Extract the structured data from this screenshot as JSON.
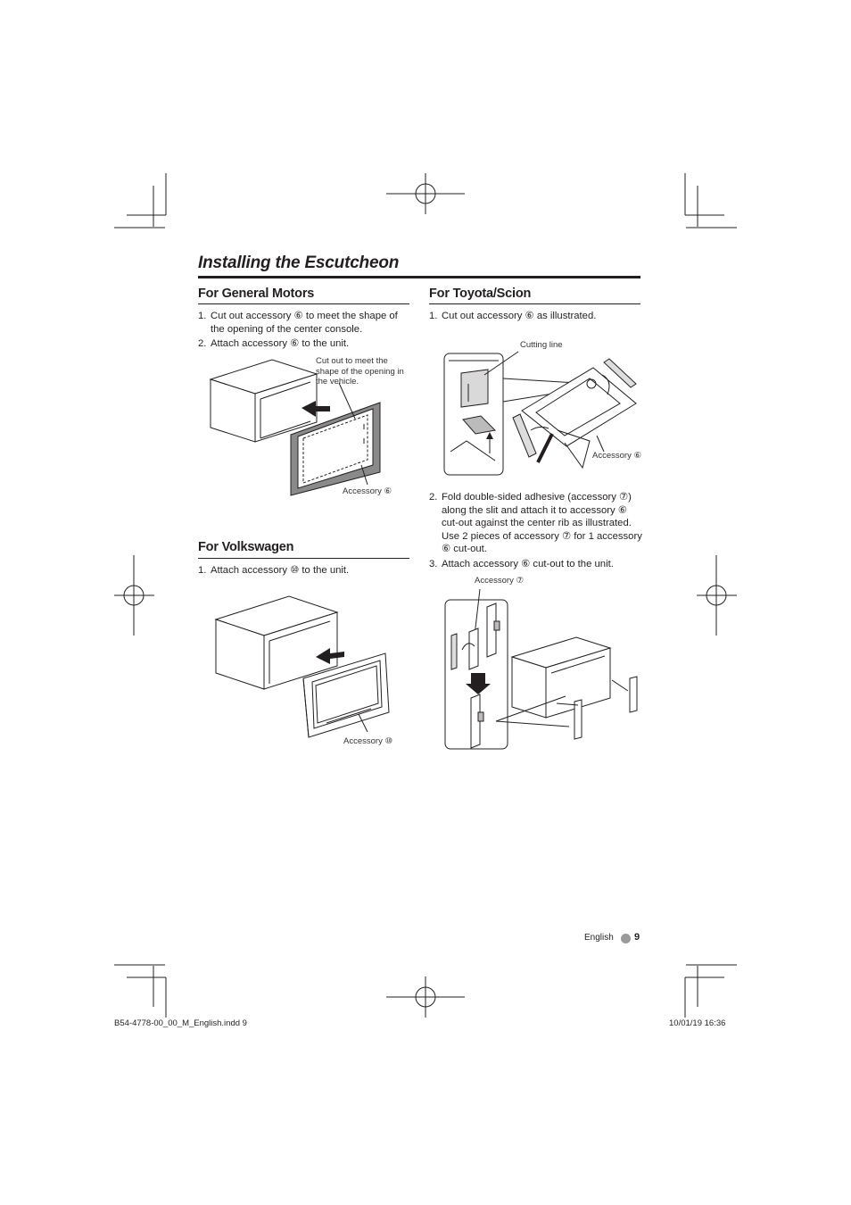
{
  "page": {
    "title": "Installing the Escutcheon",
    "footer": {
      "language": "English",
      "page_number": "9"
    },
    "slug": {
      "file": "B54-4778-00_00_M_English.indd  9",
      "datetime": "10/01/19  16:36"
    }
  },
  "sections": {
    "general_motors": {
      "heading": "For General Motors",
      "steps": [
        {
          "num": "1.",
          "text": "Cut out accessory ⑥ to meet the shape of the opening of the center console."
        },
        {
          "num": "2.",
          "text": "Attach accessory ⑥ to the unit."
        }
      ],
      "figure": {
        "callout": "Cut out to meet the shape of the opening in the vehicle.",
        "accessory_label": "Accessory ⑥"
      }
    },
    "volkswagen": {
      "heading": "For Volkswagen",
      "steps": [
        {
          "num": "1.",
          "text": "Attach accessory ⑩ to the unit."
        }
      ],
      "figure": {
        "accessory_label": "Accessory ⑩"
      }
    },
    "toyota_scion": {
      "heading": "For Toyota/Scion",
      "steps_a": [
        {
          "num": "1.",
          "text": "Cut out accessory ⑥ as illustrated."
        }
      ],
      "figure_a": {
        "cutting_line": "Cutting line",
        "accessory_label": "Accessory ⑥"
      },
      "steps_b": [
        {
          "num": "2.",
          "text": "Fold double-sided adhesive (accessory ⑦) along the slit and attach it to accessory ⑥ cut-out against the center rib as illustrated. Use 2 pieces of accessory ⑦ for 1 accessory ⑥ cut-out."
        },
        {
          "num": "3.",
          "text": "Attach accessory ⑥ cut-out to the unit."
        }
      ],
      "figure_b": {
        "accessory_label": "Accessory ⑦"
      }
    }
  },
  "icons": [
    "crop-mark-icon",
    "registration-mark-icon",
    "page-dot-icon"
  ],
  "colors": {
    "ink": "#231f20",
    "plate_gray": "#8a8a8a",
    "footer_dot": "#9a9a9a"
  }
}
